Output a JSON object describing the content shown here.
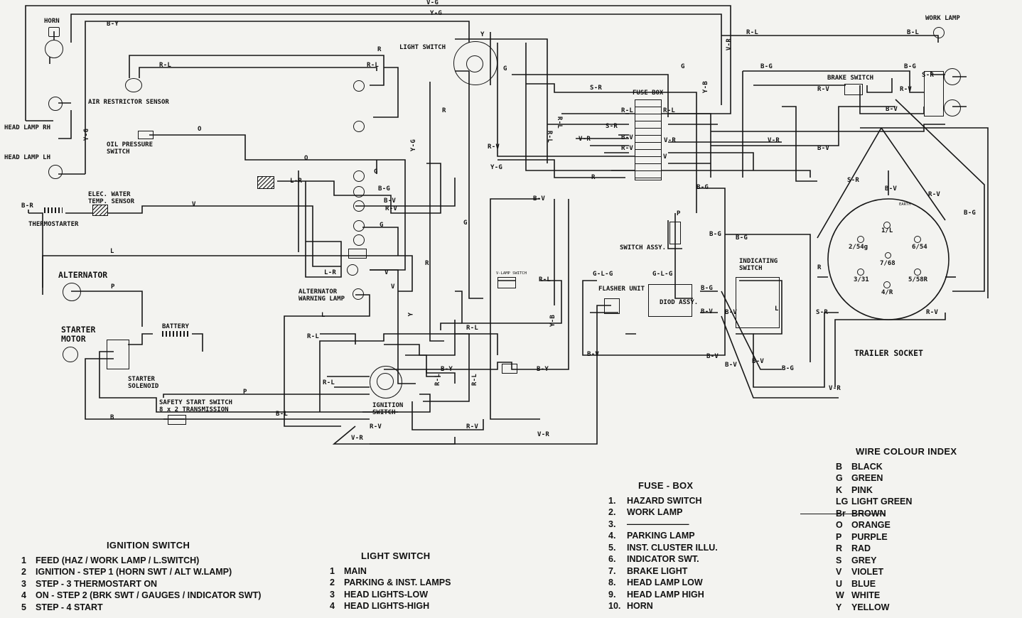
{
  "components": {
    "horn": "HORN",
    "air_restrictor_sensor": "AIR RESTRICTOR SENSOR",
    "head_lamp_rh": "HEAD LAMP RH",
    "head_lamp_lh": "HEAD LAMP LH",
    "oil_pressure_switch": "OIL PRESSURE\nSWITCH",
    "thermostarter": "THERMOSTARTER",
    "elec_water_temp_sensor": "ELEC. WATER\nTEMP. SENSOR",
    "alternator": "ALTERNATOR",
    "starter_motor": "STARTER\nMOTOR",
    "battery": "BATTERY",
    "starter_solenoid": "STARTER\nSOLENOID",
    "safety_start_switch": "SAFETY START SWITCH\n8 x 2 TRANSMISSION",
    "ignition_switch": "IGNITION\nSWITCH",
    "light_switch": "LIGHT SWITCH",
    "fuse_box": "FUSE BOX",
    "alternator_warning_lamp": "ALTERNATOR\nWARNING LAMP",
    "switch_assy": "SWITCH ASSY.",
    "flasher_unit": "FLASHER UNIT",
    "diod_assy": "DIOD ASSY.",
    "indicating_switch": "INDICATING\nSWITCH",
    "brake_switch": "BRAKE SWITCH",
    "work_lamp": "WORK LAMP",
    "trailer_socket": "TRAILER SOCKET",
    "earth": "EARTH",
    "v_lamp_switch": "V-LAMP SWITCH"
  },
  "socket_pins": [
    "1/L",
    "2/54g",
    "6/54",
    "7/68",
    "3/31",
    "5/58R",
    "4/R"
  ],
  "wire_labels": [
    "V-G",
    "Y-G",
    "B-Y",
    "Y",
    "R",
    "R-L",
    "B-L",
    "V-R",
    "R-L",
    "R-L",
    "R-L",
    "G",
    "Y-G",
    "G",
    "Y-B",
    "B-G",
    "R-L",
    "R-V",
    "B-G",
    "S-R",
    "R-V",
    "R",
    "R-L",
    "S-R",
    "R-L",
    "S-R",
    "V-R",
    "B-V",
    "V-R",
    "R-V",
    "Y-G",
    "R",
    "O",
    "O",
    "L-R",
    "G",
    "B-G",
    "B-V",
    "G",
    "V",
    "V",
    "B-R",
    "Y-G",
    "R-V",
    "V-R",
    "B-V",
    "B-G",
    "G",
    "L",
    "P",
    "L",
    "R",
    "L-R",
    "V",
    "R-L",
    "R-L",
    "Y-B",
    "R-L",
    "R-L",
    "Y",
    "B-Y",
    "B-Y",
    "R-L",
    "R-L",
    "P",
    "B-L",
    "B",
    "R-V",
    "R-V",
    "V-R",
    "V-R",
    "B-V",
    "V",
    "R-V",
    "B-V",
    "G-L-G",
    "G-L-G",
    "B-G",
    "B-V",
    "P",
    "B-G",
    "B-G",
    "B-V",
    "B-V",
    "B-V",
    "B-V",
    "B-G",
    "S-R",
    "S-R",
    "R-V",
    "B-G",
    "R-V",
    "B-V",
    "V-R",
    "L",
    "R",
    "B-V"
  ],
  "ignition_switch_table": {
    "title": "IGNITION SWITCH",
    "rows": [
      {
        "n": "1",
        "text": "FEED (HAZ / WORK LAMP / L.SWITCH)"
      },
      {
        "n": "2",
        "text": "IGNITION - STEP 1 (HORN SWT / ALT W.LAMP)"
      },
      {
        "n": "3",
        "text": "STEP - 3 THERMOSTART ON"
      },
      {
        "n": "4",
        "text": "ON - STEP 2 (BRK SWT / GAUGES / INDICATOR SWT)"
      },
      {
        "n": "5",
        "text": "STEP - 4 START"
      }
    ]
  },
  "light_switch_table": {
    "title": "LIGHT SWITCH",
    "rows": [
      {
        "n": "1",
        "text": "MAIN"
      },
      {
        "n": "2",
        "text": "PARKING & INST. LAMPS"
      },
      {
        "n": "3",
        "text": "HEAD LIGHTS-LOW"
      },
      {
        "n": "4",
        "text": "HEAD LIGHTS-HIGH"
      }
    ]
  },
  "fuse_box_table": {
    "title": "FUSE - BOX",
    "rows": [
      {
        "n": "1.",
        "text": "HAZARD SWITCH"
      },
      {
        "n": "2.",
        "text": "WORK LAMP"
      },
      {
        "n": "3.",
        "text": "———————"
      },
      {
        "n": "4.",
        "text": "PARKING LAMP"
      },
      {
        "n": "5.",
        "text": "INST. CLUSTER ILLU."
      },
      {
        "n": "6.",
        "text": "INDICATOR SWT."
      },
      {
        "n": "7.",
        "text": "BRAKE LIGHT"
      },
      {
        "n": "8.",
        "text": "HEAD LAMP LOW"
      },
      {
        "n": "9.",
        "text": "HEAD LAMP HIGH"
      },
      {
        "n": "10.",
        "text": "HORN"
      }
    ]
  },
  "wire_colour_index": {
    "title": "WIRE COLOUR INDEX",
    "rows": [
      {
        "code": "B",
        "name": "BLACK"
      },
      {
        "code": "G",
        "name": "GREEN"
      },
      {
        "code": "K",
        "name": "PINK"
      },
      {
        "code": "LG",
        "name": "LIGHT GREEN"
      },
      {
        "code": "Br",
        "name": "BROWN"
      },
      {
        "code": "O",
        "name": "ORANGE"
      },
      {
        "code": "P",
        "name": "PURPLE"
      },
      {
        "code": "R",
        "name": "RAD"
      },
      {
        "code": "S",
        "name": "GREY"
      },
      {
        "code": "V",
        "name": "VIOLET"
      },
      {
        "code": "U",
        "name": "BLUE"
      },
      {
        "code": "W",
        "name": "WHITE"
      },
      {
        "code": "Y",
        "name": "YELLOW"
      }
    ]
  },
  "colors": {
    "ink": "#161616",
    "paper": "#f3f3f0"
  }
}
